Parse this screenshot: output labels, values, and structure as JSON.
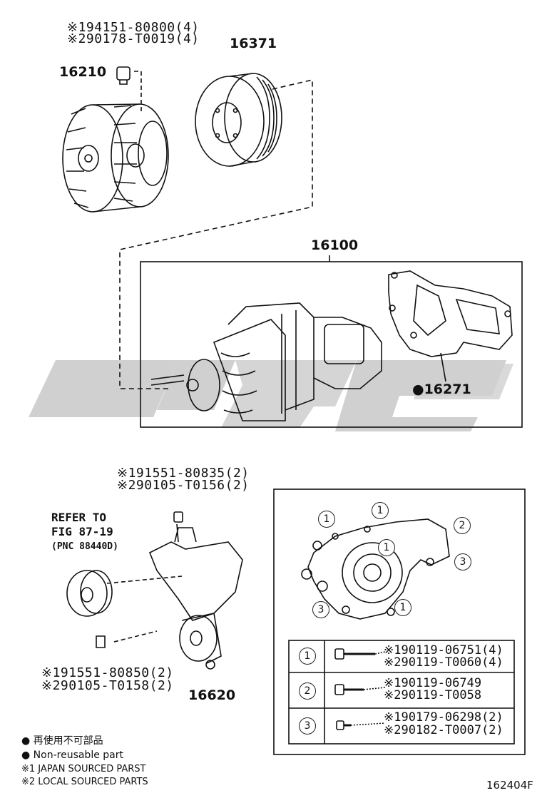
{
  "fan_clutch": {
    "part_no": "16210",
    "bolt_1": "※194151-80800(4)",
    "bolt_2": "※290178-T0019(4)"
  },
  "pulley": {
    "part_no": "16371"
  },
  "water_pump": {
    "part_no": "16100",
    "gasket": "●16271"
  },
  "bracket": {
    "bolt_top_1": "※191551-80835(2)",
    "bolt_top_2": "※290105-T0156(2)",
    "refer_1": "REFER TO",
    "refer_2": "FIG 87-19",
    "refer_3": "(PNC 88440D)",
    "bolt_bot_1": "※191551-80850(2)",
    "bolt_bot_2": "※290105-T0158(2)",
    "idler_part": "16620"
  },
  "detail_markers": [
    "1",
    "1",
    "1",
    "1",
    "2",
    "3",
    "3"
  ],
  "bolt_table": [
    {
      "key": "1",
      "line1": "※190119-06751(4)",
      "line2": "※290119-T0060(4)"
    },
    {
      "key": "2",
      "line1": "※190119-06749",
      "line2": "※290119-T0058"
    },
    {
      "key": "3",
      "line1": "※190179-06298(2)",
      "line2": "※290182-T0007(2)"
    }
  ],
  "legend": {
    "jp": "● 再使用不可部品",
    "en": "● Non-reusable part",
    "note1": "※1 JAPAN SOURCED PARST",
    "note2": "※2 LOCAL SOURCED PARTS"
  },
  "figure_id": "162404F",
  "colors": {
    "ink": "#111111",
    "watermark": "#cfcfcf"
  }
}
